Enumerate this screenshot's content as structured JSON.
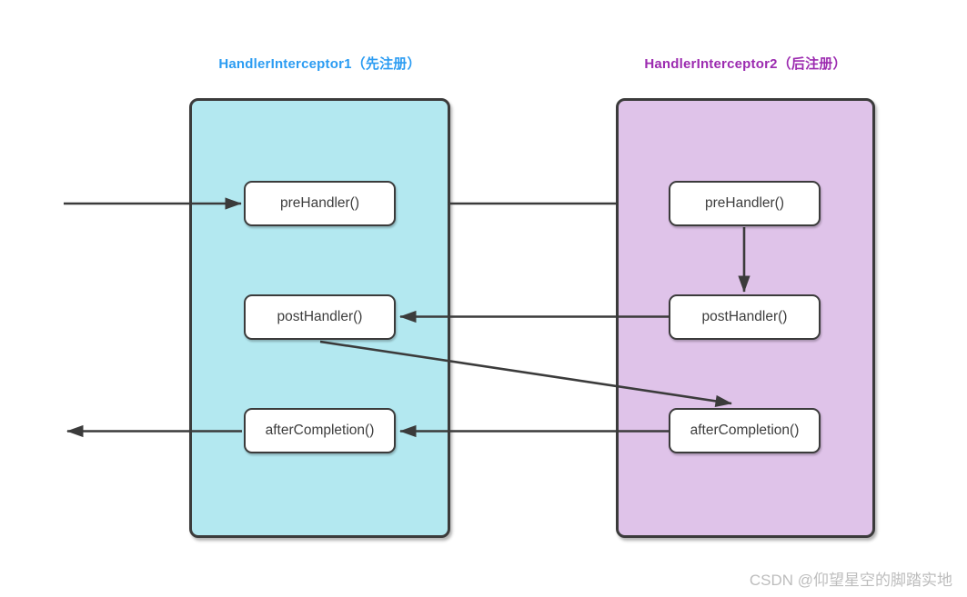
{
  "page": {
    "background": "#ffffff",
    "watermark": "CSDN @仰望星空的脚踏实地"
  },
  "diagram": {
    "line_color": "#3b3b3b",
    "node_fill": "#ffffff",
    "panels": {
      "interceptor1": {
        "title": "HandlerInterceptor1（先注册）",
        "title_color": "#2b9cf2",
        "fill_color": "#b3e8f0",
        "nodes": {
          "pre": "preHandler()",
          "post": "postHandler()",
          "after": "afterCompletion()"
        }
      },
      "interceptor2": {
        "title": "HandlerInterceptor2（后注册）",
        "title_color": "#9c2bb0",
        "fill_color": "#dfc3e9",
        "nodes": {
          "pre": "preHandler()",
          "post": "postHandler()",
          "after": "afterCompletion()"
        }
      }
    },
    "arrows": [
      {
        "name": "request-arrow",
        "from": "external-left",
        "to": "interceptor1.preHandler",
        "head": true
      },
      {
        "name": "panel-connector-line",
        "from": "interceptor1-panel",
        "to": "interceptor2-panel",
        "head": false
      },
      {
        "name": "prehandler-to-posthandler-arrow",
        "from": "interceptor2.preHandler",
        "to": "interceptor2.postHandler",
        "head": true
      },
      {
        "name": "posthandler-return-arrow",
        "from": "interceptor2.postHandler",
        "to": "interceptor1.postHandler",
        "head": true
      },
      {
        "name": "posthandler-to-aftercompletion-arrow",
        "from": "interceptor1.postHandler",
        "to": "interceptor2.afterCompletion",
        "head": true
      },
      {
        "name": "aftercompletion-return-arrow",
        "from": "interceptor2.afterCompletion",
        "to": "interceptor1.afterCompletion",
        "head": true
      },
      {
        "name": "response-arrow",
        "from": "interceptor1.afterCompletion",
        "to": "external-left",
        "head": true
      }
    ]
  }
}
